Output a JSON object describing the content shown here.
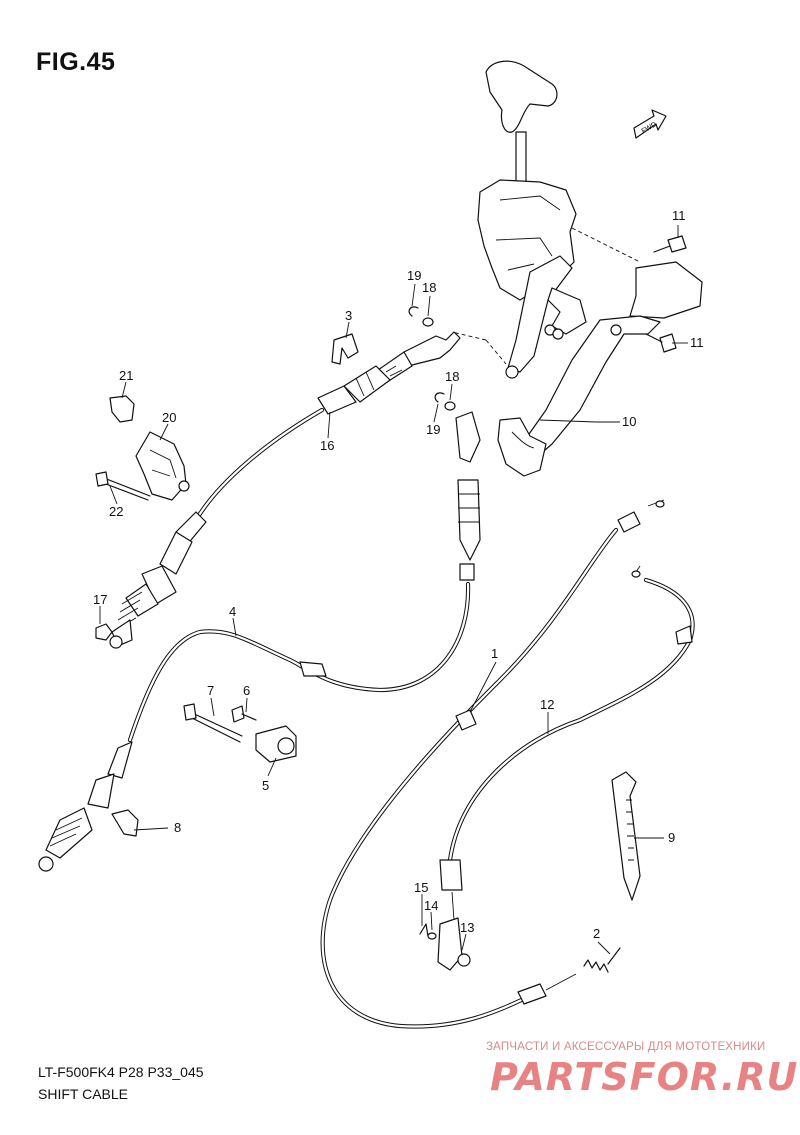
{
  "figure": {
    "title": "FIG.45",
    "model_code": "LT-F500FK4 P28 P33_045",
    "caption": "SHIFT CABLE"
  },
  "fwd_label": "FWD",
  "callouts": [
    "1",
    "2",
    "3",
    "4",
    "5",
    "6",
    "7",
    "8",
    "9",
    "10",
    "11",
    "11",
    "12",
    "13",
    "14",
    "15",
    "16",
    "17",
    "18",
    "18",
    "19",
    "19",
    "20",
    "21",
    "22"
  ],
  "watermark": {
    "line": "ЗАПЧАСТИ И АКСЕССУАРЫ ДЛЯ МОТОТЕХНИКИ",
    "logo": "PARTSFOR.RU",
    "logo_color": "#e05a5a"
  }
}
